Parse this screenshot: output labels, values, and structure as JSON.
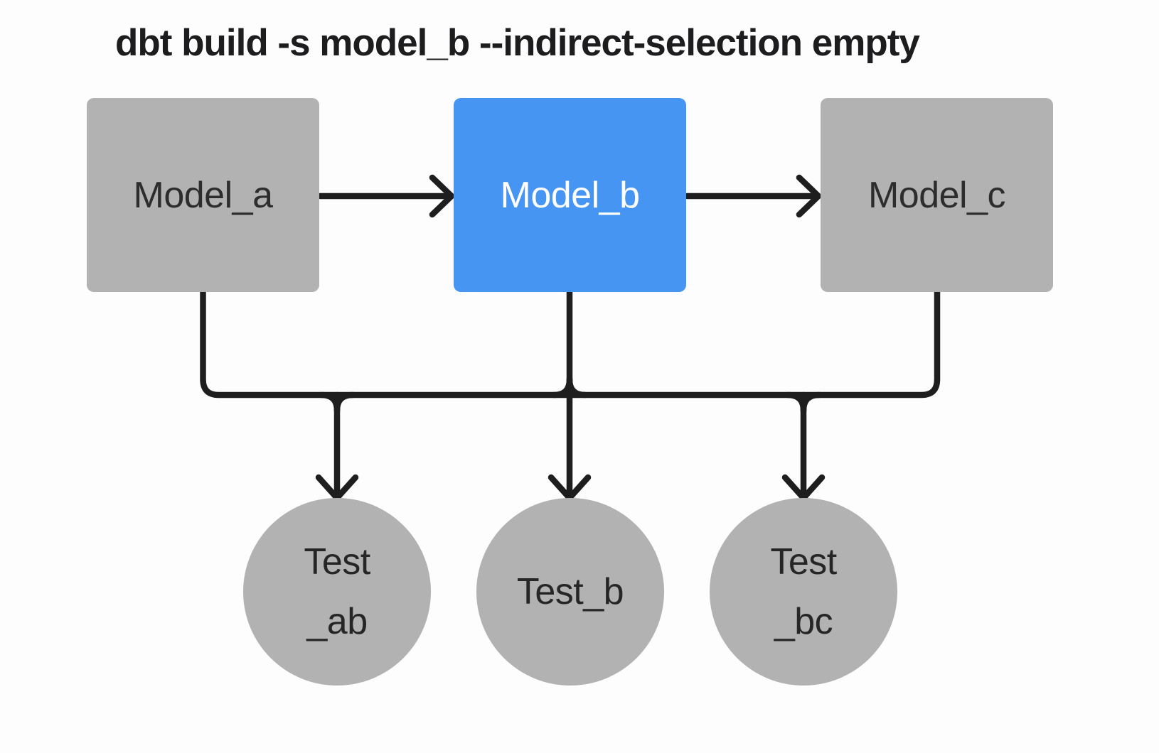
{
  "title": "dbt build -s model_b --indirect-selection empty",
  "colors": {
    "selected_node": "#4795F2",
    "unselected_node": "#B2B2B2",
    "edge": "#1E1E1E",
    "selected_text": "#FFFFFF",
    "unselected_text": "#2D2D2D",
    "background": "#FDFDFD"
  },
  "nodes": {
    "model_a": {
      "label": "Model_a",
      "kind": "model",
      "selected": false
    },
    "model_b": {
      "label": "Model_b",
      "kind": "model",
      "selected": true
    },
    "model_c": {
      "label": "Model_c",
      "kind": "model",
      "selected": false
    },
    "test_ab": {
      "line1": "Test",
      "line2": "_ab",
      "kind": "test"
    },
    "test_b": {
      "line1": "Test_b",
      "kind": "test"
    },
    "test_bc": {
      "line1": "Test",
      "line2": "_bc",
      "kind": "test"
    }
  },
  "edges": [
    {
      "from": "model_a",
      "to": "model_b"
    },
    {
      "from": "model_b",
      "to": "model_c"
    },
    {
      "from": "model_a",
      "to": "test_ab"
    },
    {
      "from": "model_b",
      "to": "test_ab"
    },
    {
      "from": "model_b",
      "to": "test_b"
    },
    {
      "from": "model_b",
      "to": "test_bc"
    },
    {
      "from": "model_c",
      "to": "test_bc"
    }
  ]
}
